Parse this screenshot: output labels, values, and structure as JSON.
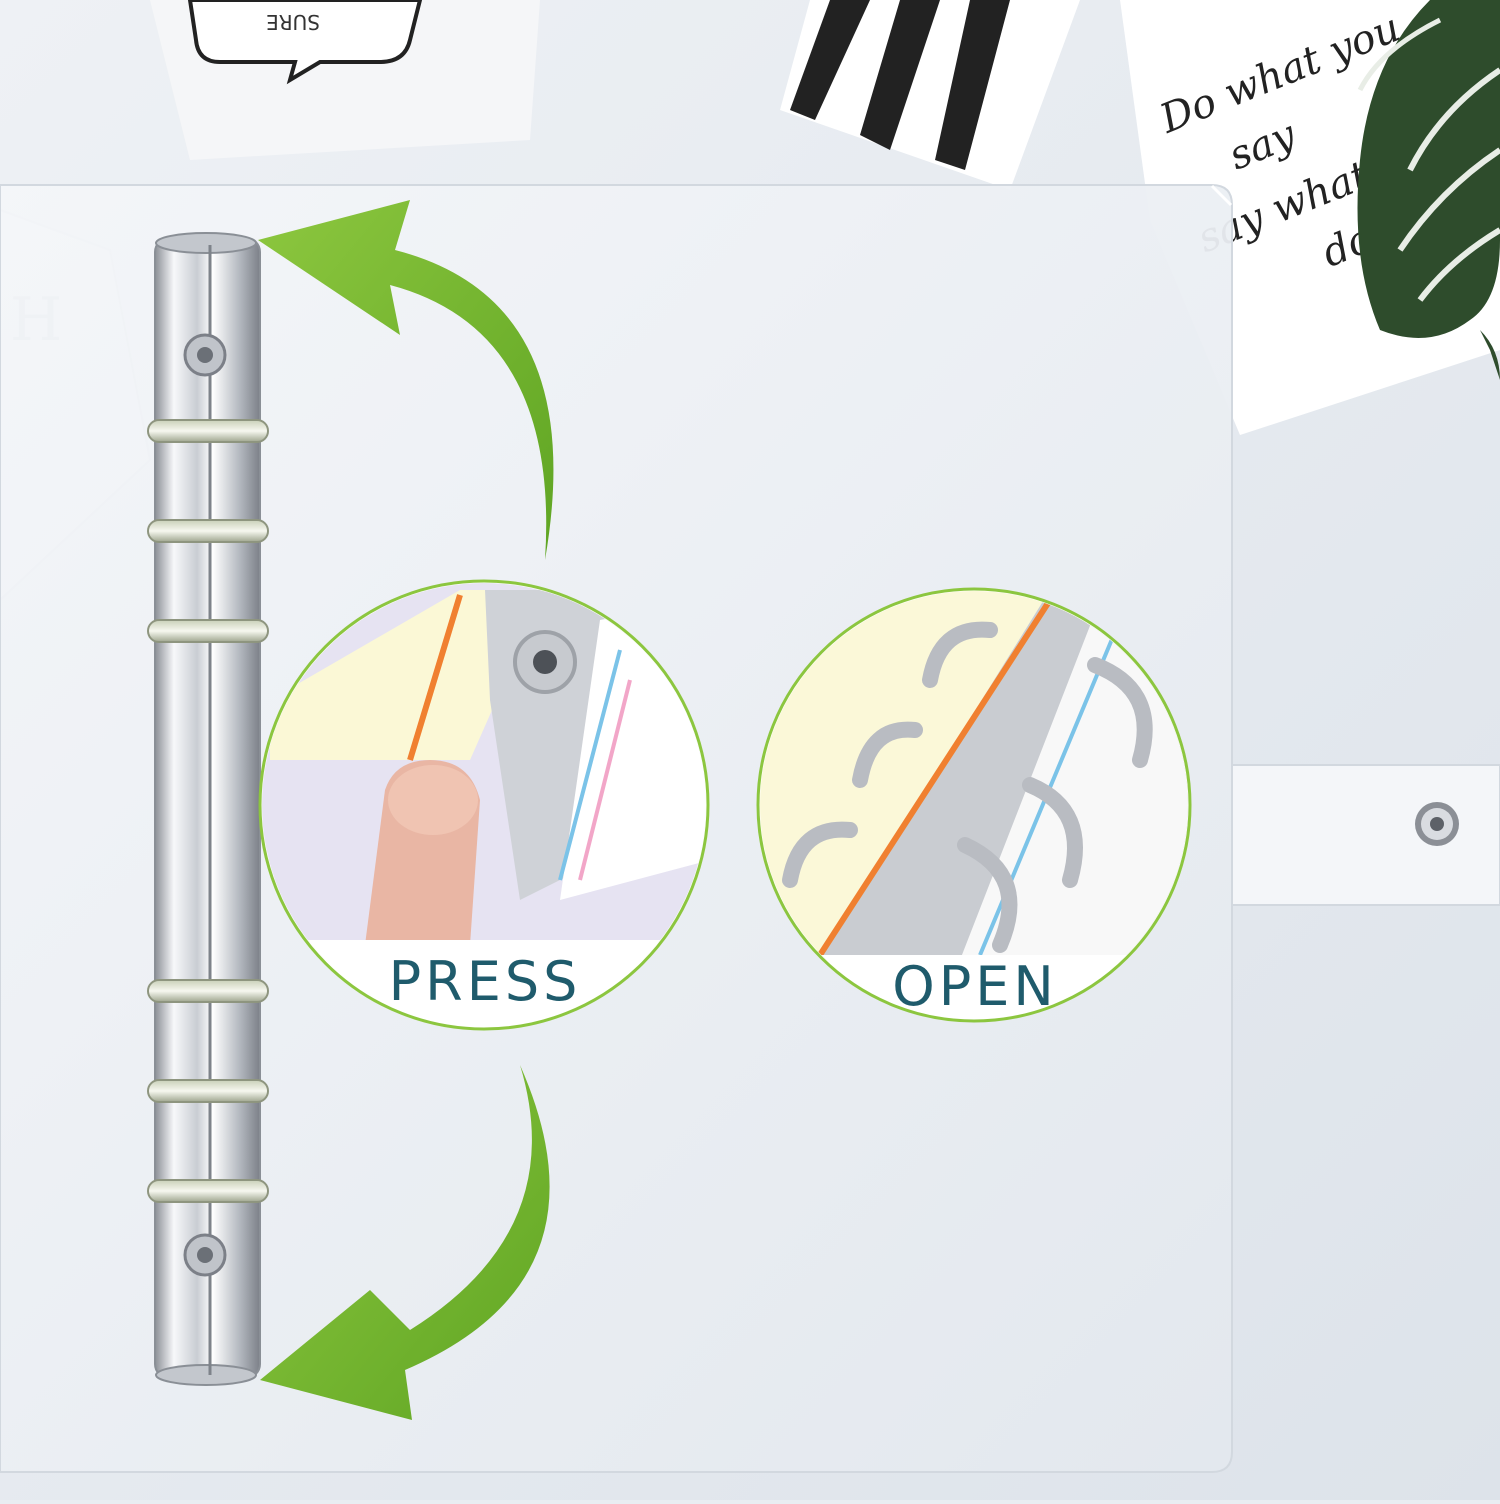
{
  "labels": {
    "press": "PRESS",
    "open": "OPEN"
  },
  "background_note": {
    "lines": [
      "Do what you",
      "say",
      "say what you",
      "do"
    ]
  },
  "background_card_text": {
    "partial": "SURE"
  },
  "colors": {
    "arrow_green": "#7dbb2a",
    "label_teal": "#1f5b6c",
    "circle_border": "#8cc63f",
    "leaf_green": "#2f4a2a"
  }
}
